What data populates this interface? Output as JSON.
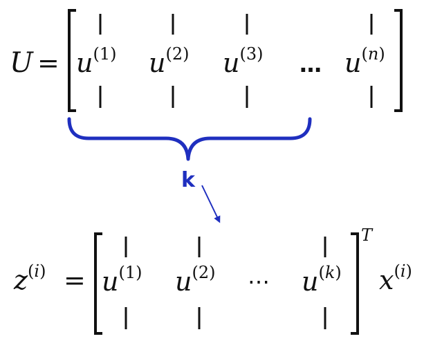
{
  "colors": {
    "ink": "#111111",
    "accent": "#1f2fbf"
  },
  "top_equation": {
    "lhs": "U",
    "equals": "=",
    "columns": [
      {
        "base": "u",
        "index": "1"
      },
      {
        "base": "u",
        "index": "2"
      },
      {
        "base": "u",
        "index": "3"
      },
      {
        "base": "…",
        "index": ""
      },
      {
        "base": "u",
        "index": "n"
      }
    ]
  },
  "brace_label": "k",
  "bottom_equation": {
    "lhs_base": "z",
    "lhs_index": "i",
    "equals": "=",
    "columns": [
      {
        "base": "u",
        "index": "1"
      },
      {
        "base": "u",
        "index": "2"
      },
      {
        "base": "⋯",
        "index": ""
      },
      {
        "base": "u",
        "index": "k"
      }
    ],
    "transpose": "T",
    "rhs_base": "x",
    "rhs_index": "i"
  }
}
